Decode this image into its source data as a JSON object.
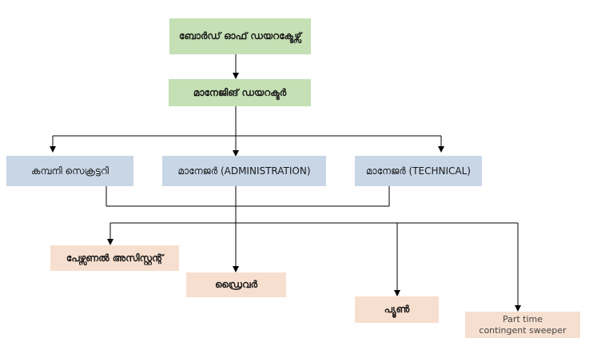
{
  "nodes": {
    "board": "ബോർഡ് ഓഫ് ഡയറക്ടേഴ്സ്",
    "md": "മാനേജിങ് ഡയറക്ടർ",
    "company_secretary": "കമ്പനി സെക്രട്ടറി",
    "manager_admin": "മാനേജർ (ADMINISTRATION)",
    "manager_tech": "മാനേജർ (TECHNICAL)",
    "personal_assistant": "പേഴ്സണൽ അസിസ്റ്റന്റ്",
    "driver": "ഡ്രൈവർ",
    "peon": "പ്യൂൺ",
    "sweeper_line1": "Part time",
    "sweeper_line2": "contingent sweeper"
  },
  "colors": {
    "level1": "#c5e0b4",
    "level2": "#c8d6e6",
    "level3": "#f7dfcf",
    "line": "#000000"
  }
}
